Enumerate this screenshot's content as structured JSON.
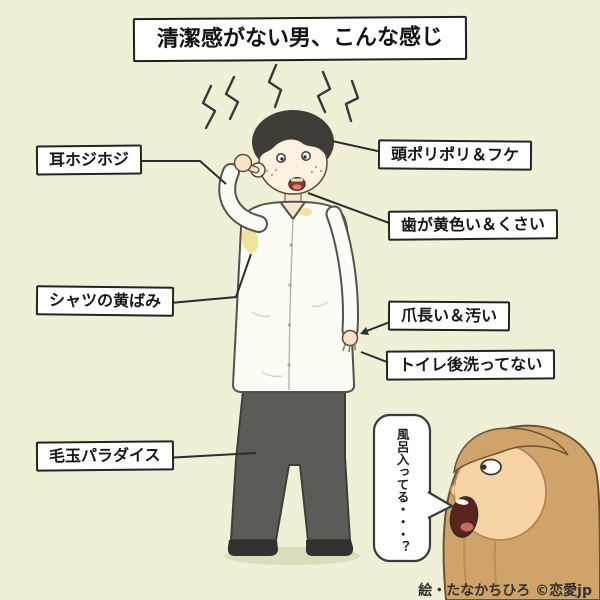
{
  "title": "清潔感がない男、こんな感じ",
  "annotations": {
    "ear_picking": "耳ホジホジ",
    "head_scratching_dandruff": "頭ポリポリ＆フケ",
    "yellow_smelly_teeth": "歯が黄色い＆くさい",
    "shirt_yellowing": "シャツの黄ばみ",
    "long_dirty_nails": "爪長い＆汚い",
    "not_washing_after_toilet": "トイレ後洗ってない",
    "lint_ball_paradise": "毛玉パラダイス"
  },
  "speech_bubble": "風呂入ってる・・・？",
  "credit": "絵・たなかちひろ ©恋愛jp",
  "colors": {
    "background": "#eff0d6",
    "label_background": "#ffffff",
    "label_border": "#242424",
    "connector_line": "#2e2e2e",
    "man_hair": "#3f3b36",
    "man_shirt": "#fcfcf5",
    "man_pants": "#5c5b57",
    "stain_yellow": "#efe49c",
    "skin": "#f9e4c8",
    "woman_hair": "#cfa369",
    "mouth_interior": "#582420"
  }
}
